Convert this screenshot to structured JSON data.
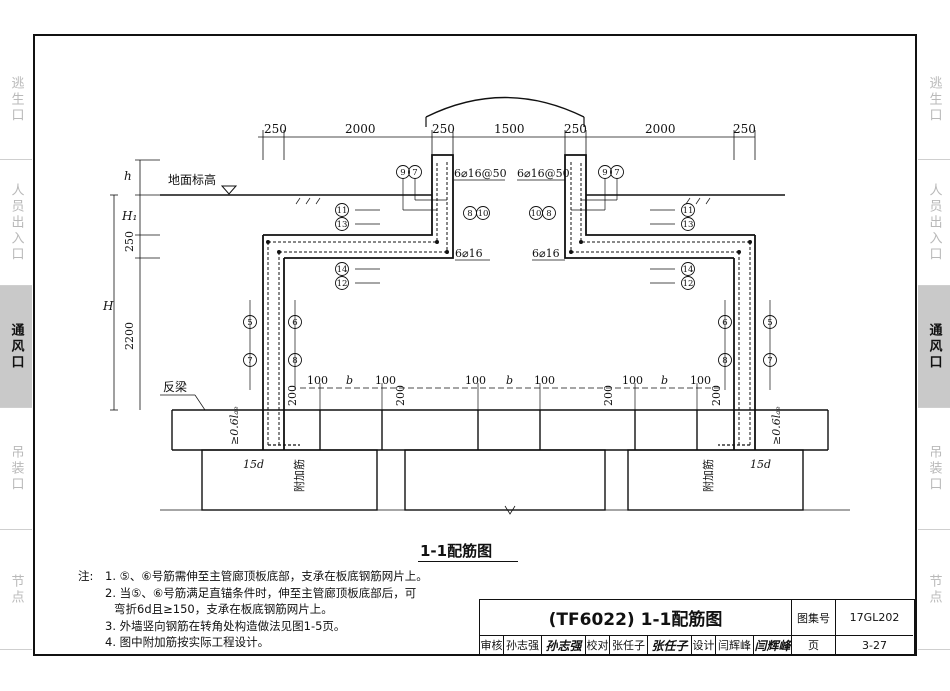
{
  "side_tabs": {
    "left": [
      {
        "label": "逃生口",
        "active": false
      },
      {
        "label": "人员出入口",
        "active": false
      },
      {
        "label": "通风口",
        "active": true
      },
      {
        "label": "吊装口",
        "active": false
      },
      {
        "label": "节点",
        "active": false
      }
    ],
    "right": [
      {
        "label": "逃生口",
        "active": false
      },
      {
        "label": "人员出入口",
        "active": false
      },
      {
        "label": "通风口",
        "active": true
      },
      {
        "label": "吊装口",
        "active": false
      },
      {
        "label": "节点",
        "active": false
      }
    ]
  },
  "drawing": {
    "top_dims": [
      "250",
      "2000",
      "250",
      "1500",
      "250",
      "2000",
      "250"
    ],
    "left_dims": {
      "h": "h",
      "h1": "H₁",
      "d250": "250",
      "H": "H",
      "d2200": "2200"
    },
    "ground_label": "地面标高",
    "beam_label": "反梁",
    "anchor_label": "≥0.6lₐₑ",
    "fifteen_d": "15d",
    "extra_bar_label": "附加筋",
    "rebar_top": "6⌀16@50",
    "rebar_mid": "6⌀16",
    "bottom_dims": [
      "100",
      "b",
      "100",
      "200",
      "200",
      "100",
      "b",
      "100",
      "200",
      "200",
      "100",
      "b",
      "100"
    ],
    "markers": [
      "5",
      "6",
      "7",
      "8",
      "9",
      "10",
      "11",
      "12",
      "13",
      "14"
    ]
  },
  "caption": "1-1配筋图",
  "notes": {
    "lead": "注:",
    "items": [
      "1. ⑤、⑥号筋需伸至主管廊顶板底部，支承在板底钢筋网片上。",
      "2. 当⑤、⑥号筋满足直锚条件时，伸至主管廊顶板底部后，可",
      "弯折6d且≥150，支承在板底钢筋网片上。",
      "3. 外墙竖向钢筋在转角处构造做法见图1-5页。",
      "4. 图中附加筋按实际工程设计。"
    ]
  },
  "title_block": {
    "title": "(TF6022) 1-1配筋图",
    "atlas_label": "图集号",
    "atlas_no": "17GL202",
    "review_label": "审核",
    "reviewer": "孙志强",
    "reviewer_sig": "孙志强",
    "check_label": "校对",
    "checker": "张任子",
    "checker_sig": "张任子",
    "design_label": "设计",
    "designer": "闫辉峰",
    "designer_sig": "闫辉峰",
    "page_label": "页",
    "page_no": "3-27"
  }
}
